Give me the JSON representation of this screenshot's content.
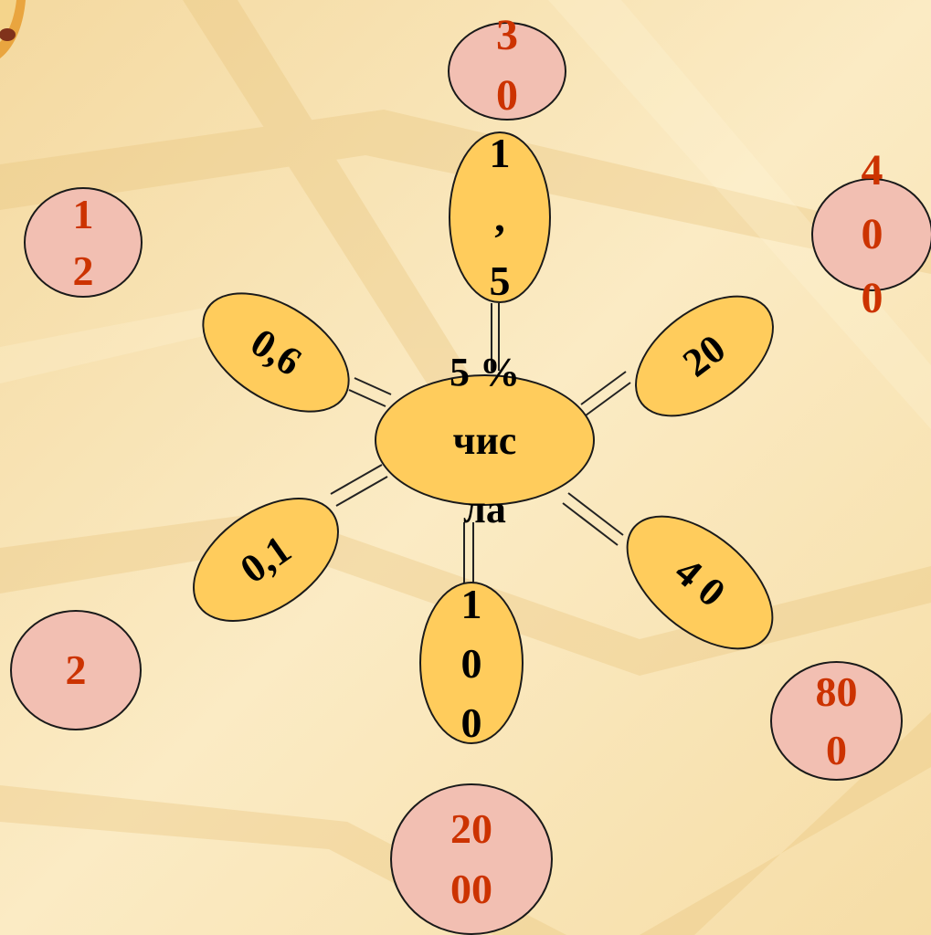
{
  "center": {
    "text": "5 %\nчис\nла"
  },
  "petals": [
    {
      "id": "top",
      "text": "1\n,\n5"
    },
    {
      "id": "upper-left",
      "text": "0,6"
    },
    {
      "id": "upper-right",
      "text": "20"
    },
    {
      "id": "lower-left",
      "text": "0,1"
    },
    {
      "id": "lower-right",
      "text": "4 0"
    },
    {
      "id": "bottom",
      "text": "1\n0\n0"
    }
  ],
  "answers": [
    {
      "id": "a1",
      "text": "3\n0"
    },
    {
      "id": "a2",
      "text": "1\n2"
    },
    {
      "id": "a3",
      "text": "4\n0\n0"
    },
    {
      "id": "a4",
      "text": "2"
    },
    {
      "id": "a5",
      "text": "80\n0"
    },
    {
      "id": "a6",
      "text": "20\n00"
    }
  ],
  "colors": {
    "petal": "#FFCC5C",
    "answer_fill": "#F2BFB2",
    "answer_text": "#CC3300",
    "background": "#F9E6B4"
  }
}
